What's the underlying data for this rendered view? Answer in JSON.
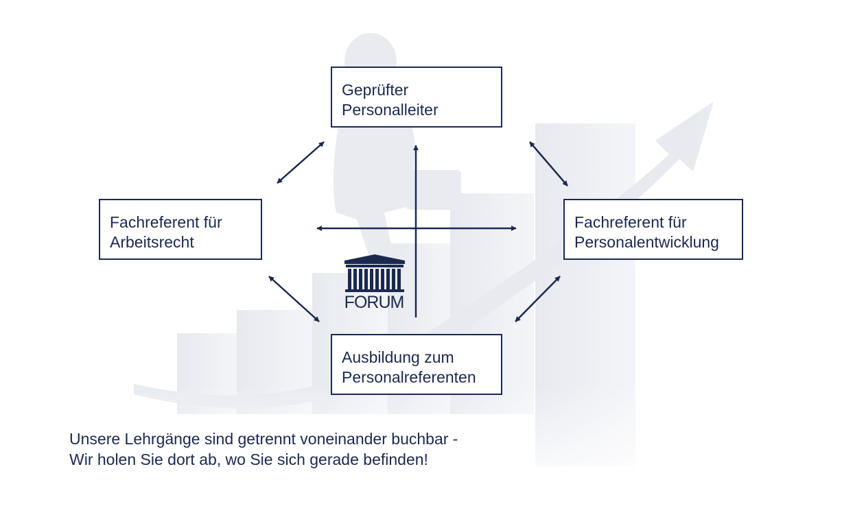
{
  "colors": {
    "primary": "#1b2850",
    "background_shapes": "#eceef3",
    "background_figure": "#e6e8ee"
  },
  "nodes": {
    "top": {
      "line1": "Geprüfter",
      "line2": "Personalleiter"
    },
    "left": {
      "line1": "Fachreferent für",
      "line2": "Arbeitsrecht"
    },
    "right": {
      "line1": "Fachreferent für",
      "line2": "Personalentwicklung"
    },
    "bottom": {
      "line1": "Ausbildung zum",
      "line2": "Personalreferenten"
    }
  },
  "logo": {
    "text": "FORUM",
    "icon": "temple-icon"
  },
  "caption": {
    "line1": "Unsere Lehrgänge sind getrennt voneinander buchbar -",
    "line2": "Wir holen Sie dort ab, wo Sie sich gerade befinden!"
  }
}
